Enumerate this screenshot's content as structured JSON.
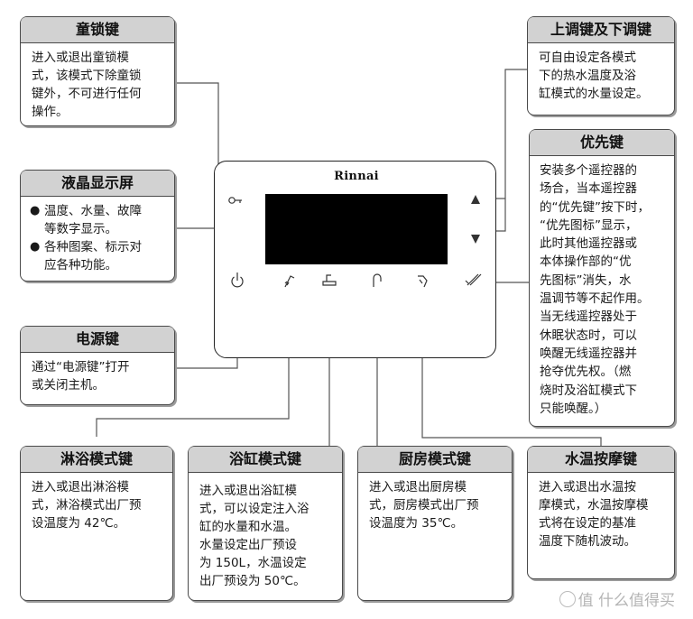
{
  "brand": "Rinnai",
  "watermark": "值 什么值得买",
  "callouts": {
    "child_lock": {
      "title": "童锁键",
      "body": "进入或退出童锁模\n式，该模式下除童锁\n键外，不可进行任何\n操作。"
    },
    "lcd": {
      "title": "液晶显示屏",
      "items": [
        "温度、水量、故障\n等数字显示。",
        "各种图案、标示对\n应各种功能。"
      ]
    },
    "power": {
      "title": "电源键",
      "body": "通过“电源键”打开\n或关闭主机。"
    },
    "up_down": {
      "title": "上调键及下调键",
      "body": "可自由设定各模式\n下的热水温度及浴\n缸模式的水量设定。"
    },
    "priority": {
      "title": "优先键",
      "body": "安装多个遥控器的\n场合，当本遥控器\n的“优先键”按下时，\n“优先图标”显示，\n此时其他遥控器或\n本体操作部的“优\n先图标”消失，水\n温调节等不起作用。\n当无线遥控器处于\n休眠状态时，可以\n唤醒无线遥控器并\n抢夺优先权。（燃\n烧时及浴缸模式下\n只能唤醒。）"
    },
    "shower": {
      "title": "淋浴模式键",
      "body": "进入或退出淋浴模\n式，淋浴模式出厂预\n设温度为 42℃。"
    },
    "bathtub": {
      "title": "浴缸模式键",
      "body": "进入或退出浴缸模\n式，可以设定注入浴\n缸的水量和水温。\n水量设定出厂预设\n为 150L，水温设定\n出厂预设为 50℃。"
    },
    "kitchen": {
      "title": "厨房模式键",
      "body": "进入或退出厨房模\n式，厨房模式出厂预\n设温度为 35℃。"
    },
    "massage": {
      "title": "水温按摩键",
      "body": "进入或退出水温按\n摩模式，水温按摩模\n式将在设定的基准\n温度下随机波动。"
    }
  }
}
